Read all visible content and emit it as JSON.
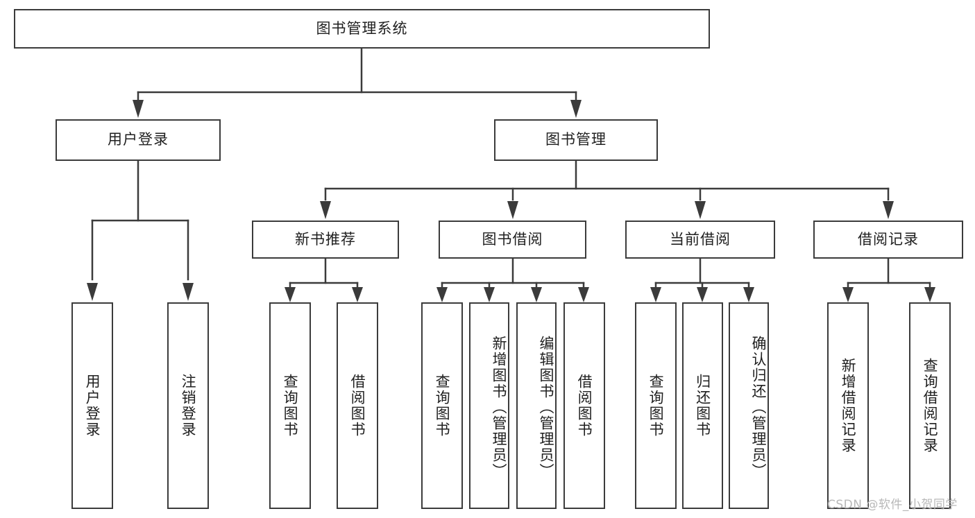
{
  "diagram": {
    "type": "tree",
    "title": "图书管理系统",
    "root": {
      "label": "图书管理系统"
    },
    "level2": [
      {
        "label": "用户登录"
      },
      {
        "label": "图书管理"
      }
    ],
    "level3": [
      {
        "label": "新书推荐"
      },
      {
        "label": "图书借阅"
      },
      {
        "label": "当前借阅"
      },
      {
        "label": "借阅记录"
      }
    ],
    "leaves": {
      "user_login": [
        {
          "label": "用户登录"
        },
        {
          "label": "注销登录"
        }
      ],
      "new_book_recommend": [
        {
          "label": "查询图书"
        },
        {
          "label": "借阅图书"
        }
      ],
      "book_borrow": [
        {
          "label": "查询图书"
        },
        {
          "label": "新增图书（管理员）"
        },
        {
          "label": "编辑图书（管理员）"
        },
        {
          "label": "借阅图书"
        }
      ],
      "current_borrow": [
        {
          "label": "查询图书"
        },
        {
          "label": "归还图书"
        },
        {
          "label": "确认归还（管理员）"
        }
      ],
      "borrow_records": [
        {
          "label": "新增借阅记录"
        },
        {
          "label": "查询借阅记录"
        }
      ]
    },
    "colors": {
      "stroke": "#3b3b3b",
      "fill": "#ffffff",
      "text": "#1f1f1f",
      "watermark": "#b8b8b8"
    }
  },
  "watermark": {
    "text": "CSDN @软件_小贺同学"
  }
}
